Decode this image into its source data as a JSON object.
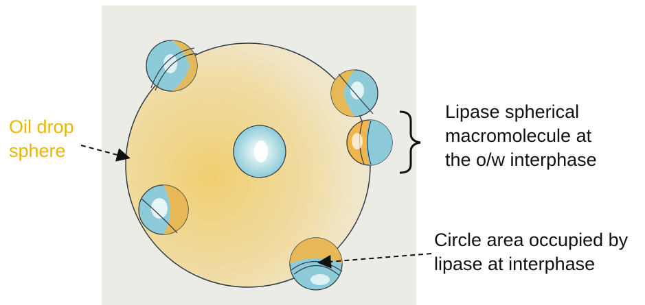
{
  "labels": {
    "oil_drop": "Oil drop\nsphere",
    "lipase_sphere": "Lipase spherical\nmacromolecule at\nthe o/w interphase",
    "circle_area": "Circle area occupied by\nlipase at interphase"
  },
  "colors": {
    "oil_label": "#e8b800",
    "oil_fill": "#f1c95a",
    "lipase_blue": "#8ecbd8",
    "lipase_orange": "#f0b64a",
    "paper": "#ecece7",
    "ink": "#2f3a45"
  },
  "icons": {
    "bracket": "right-curly-brace",
    "arrows": "dashed-arrow"
  }
}
